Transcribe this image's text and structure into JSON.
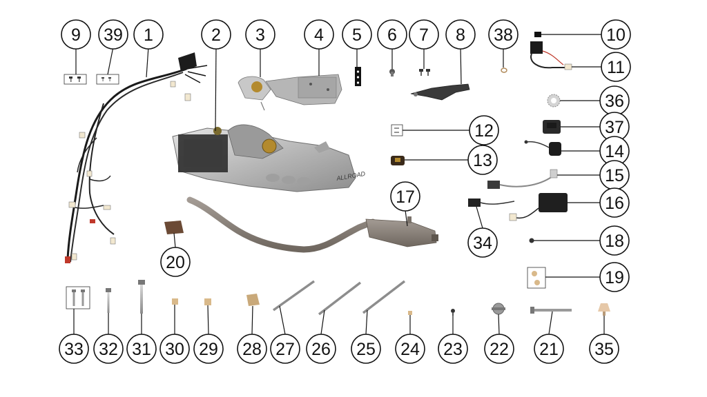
{
  "diagram": {
    "brand_text": "ALLROAD",
    "background_color": "#ffffff",
    "callouts": [
      {
        "id": "c9",
        "label": "9"
      },
      {
        "id": "c39",
        "label": "39"
      },
      {
        "id": "c1",
        "label": "1"
      },
      {
        "id": "c2",
        "label": "2"
      },
      {
        "id": "c3",
        "label": "3"
      },
      {
        "id": "c4",
        "label": "4"
      },
      {
        "id": "c5",
        "label": "5"
      },
      {
        "id": "c6",
        "label": "6"
      },
      {
        "id": "c7",
        "label": "7"
      },
      {
        "id": "c8",
        "label": "8"
      },
      {
        "id": "c38",
        "label": "38"
      },
      {
        "id": "c10",
        "label": "10"
      },
      {
        "id": "c11",
        "label": "11"
      },
      {
        "id": "c36",
        "label": "36"
      },
      {
        "id": "c12",
        "label": "12"
      },
      {
        "id": "c37",
        "label": "37"
      },
      {
        "id": "c14",
        "label": "14"
      },
      {
        "id": "c13",
        "label": "13"
      },
      {
        "id": "c15",
        "label": "15"
      },
      {
        "id": "c17",
        "label": "17"
      },
      {
        "id": "c16",
        "label": "16"
      },
      {
        "id": "c34",
        "label": "34"
      },
      {
        "id": "c18",
        "label": "18"
      },
      {
        "id": "c20",
        "label": "20"
      },
      {
        "id": "c19",
        "label": "19"
      },
      {
        "id": "c33",
        "label": "33"
      },
      {
        "id": "c32",
        "label": "32"
      },
      {
        "id": "c31",
        "label": "31"
      },
      {
        "id": "c30",
        "label": "30"
      },
      {
        "id": "c29",
        "label": "29"
      },
      {
        "id": "c28",
        "label": "28"
      },
      {
        "id": "c27",
        "label": "27"
      },
      {
        "id": "c26",
        "label": "26"
      },
      {
        "id": "c25",
        "label": "25"
      },
      {
        "id": "c24",
        "label": "24"
      },
      {
        "id": "c23",
        "label": "23"
      },
      {
        "id": "c22",
        "label": "22"
      },
      {
        "id": "c21",
        "label": "21"
      },
      {
        "id": "c35",
        "label": "35"
      }
    ]
  }
}
